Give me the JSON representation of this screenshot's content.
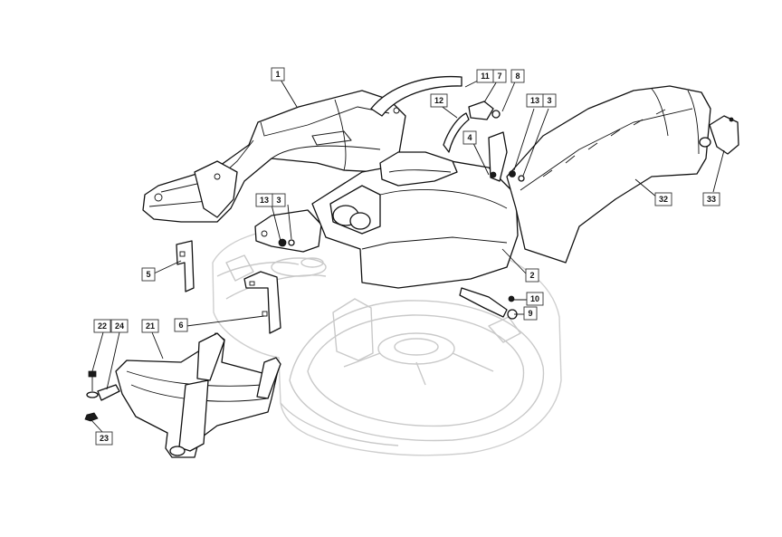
{
  "callouts": [
    {
      "id": "c1",
      "label": "1"
    },
    {
      "id": "c11",
      "label": "11"
    },
    {
      "id": "c7",
      "label": "7"
    },
    {
      "id": "c8",
      "label": "8"
    },
    {
      "id": "c12",
      "label": "12"
    },
    {
      "id": "c4",
      "label": "4"
    },
    {
      "id": "c13a",
      "label": "13"
    },
    {
      "id": "c3a",
      "label": "3"
    },
    {
      "id": "c13b",
      "label": "13"
    },
    {
      "id": "c3b",
      "label": "3"
    },
    {
      "id": "c5",
      "label": "5"
    },
    {
      "id": "c6",
      "label": "6"
    },
    {
      "id": "c2",
      "label": "2"
    },
    {
      "id": "c10",
      "label": "10"
    },
    {
      "id": "c9",
      "label": "9"
    },
    {
      "id": "c32",
      "label": "32"
    },
    {
      "id": "c33",
      "label": "33"
    },
    {
      "id": "c22",
      "label": "22"
    },
    {
      "id": "c24",
      "label": "24"
    },
    {
      "id": "c21",
      "label": "21"
    },
    {
      "id": "c23",
      "label": "23"
    }
  ]
}
